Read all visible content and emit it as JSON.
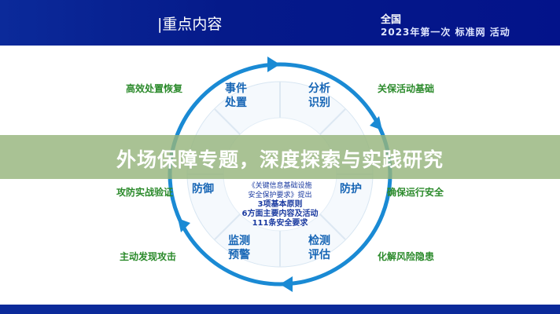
{
  "header": {
    "title": "|重点内容",
    "right_line1": "全国",
    "right_line2": "2023年第一次 标准网 活动"
  },
  "segments": [
    "事件\n处置",
    "分析\n识别",
    "防护",
    "检测\n评估",
    "监测\n预警",
    "防御"
  ],
  "outer_labels": [
    "高效处置恢复",
    "关保活动基础",
    "攻防实战验证",
    "确保运行安全",
    "主动发现攻击",
    "化解风险隐患"
  ],
  "center": {
    "line1": "《关键信息基础设施",
    "line2": "安全保护要求》提出",
    "line3": "3项基本原则",
    "line4": "6方面主要内容及活动",
    "line5": "111条安全要求"
  },
  "banner": {
    "title": "外场保障专题，深度探索与实践研究"
  },
  "colors": {
    "header": "#03138a",
    "ring": "#1a8ad4",
    "label": "#2b8a2b"
  }
}
